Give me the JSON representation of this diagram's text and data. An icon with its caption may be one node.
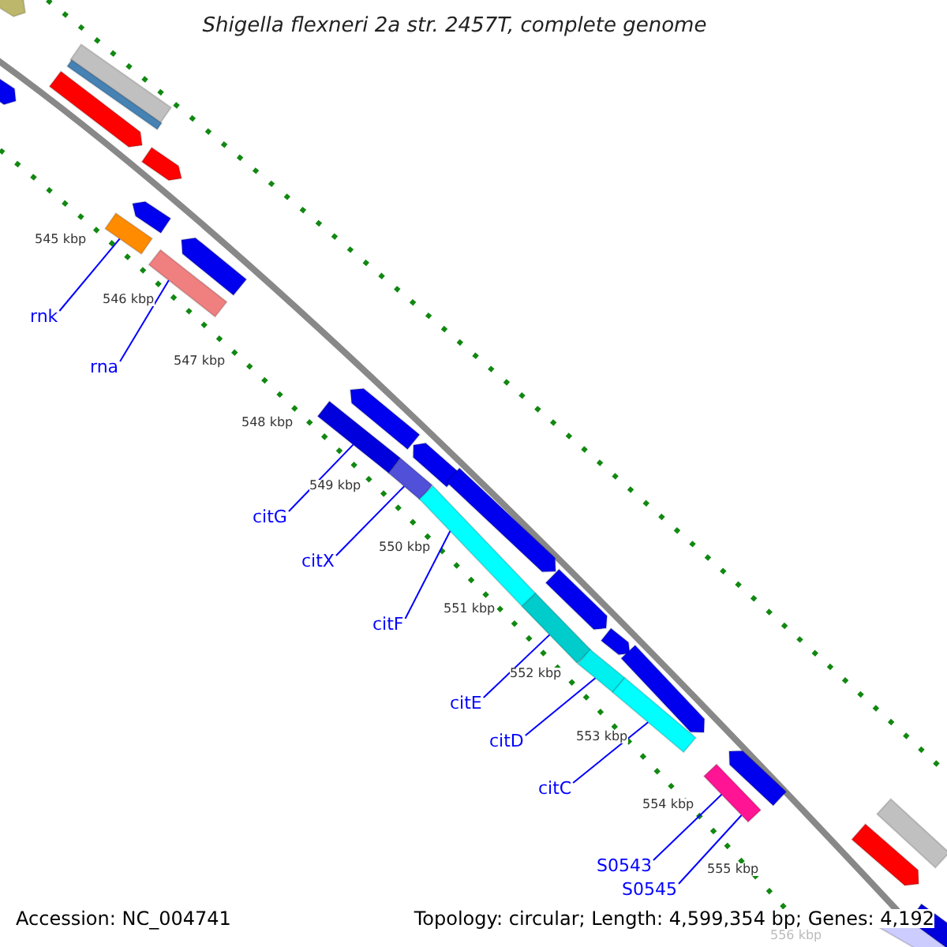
{
  "diagram": {
    "title": "Shigella flexneri 2a str. 2457T, complete genome",
    "nodes": [
      {
        "text": [
          "rnk"
        ]
      },
      {
        "text": [
          "rna"
        ]
      },
      {
        "text": [
          "citG"
        ]
      },
      {
        "text": [
          "citX"
        ]
      },
      {
        "text": [
          "citF"
        ]
      },
      {
        "text": [
          "citE"
        ]
      },
      {
        "text": [
          "citD"
        ]
      },
      {
        "text": [
          "citC"
        ]
      },
      {
        "text": [
          "S0543"
        ]
      },
      {
        "text": [
          "S0545"
        ]
      },
      {
        "text": [],
        "shape": "bar"
      },
      {
        "text": [],
        "shape": "bar"
      },
      {
        "text": [],
        "shape": "bar"
      },
      {
        "text": [],
        "shape": "bar"
      },
      {
        "text": [],
        "shape": "bar"
      },
      {
        "text": [],
        "shape": "bar"
      },
      {
        "text": [],
        "shape": "bar"
      },
      {
        "text": [],
        "shape": "bar"
      },
      {
        "text": [],
        "shape": "bar"
      }
    ],
    "edges": [
      {
        "from": 0,
        "to": 10,
        "arrow": "none"
      },
      {
        "from": 1,
        "to": 11,
        "arrow": "none"
      },
      {
        "from": 2,
        "to": 12,
        "arrow": "none"
      },
      {
        "from": 3,
        "to": 13,
        "arrow": "none"
      },
      {
        "from": 4,
        "to": 14,
        "arrow": "none"
      },
      {
        "from": 5,
        "to": 15,
        "arrow": "none"
      },
      {
        "from": 6,
        "to": 16,
        "arrow": "none"
      },
      {
        "from": 7,
        "to": 17,
        "arrow": "none"
      },
      {
        "from": 8,
        "to": 18,
        "arrow": "none"
      },
      {
        "from": 9,
        "to": 18,
        "arrow": "none"
      }
    ],
    "labels": [
      "545 kbp",
      "546 kbp",
      "547 kbp",
      "548 kbp",
      "549 kbp",
      "550 kbp",
      "551 kbp",
      "552 kbp",
      "553 kbp",
      "554 kbp",
      "555 kbp",
      "556 kbp",
      "Accession: NC_004741",
      "Topology: circular; Length: 4,599,354 bp; Genes: 4,192"
    ]
  }
}
